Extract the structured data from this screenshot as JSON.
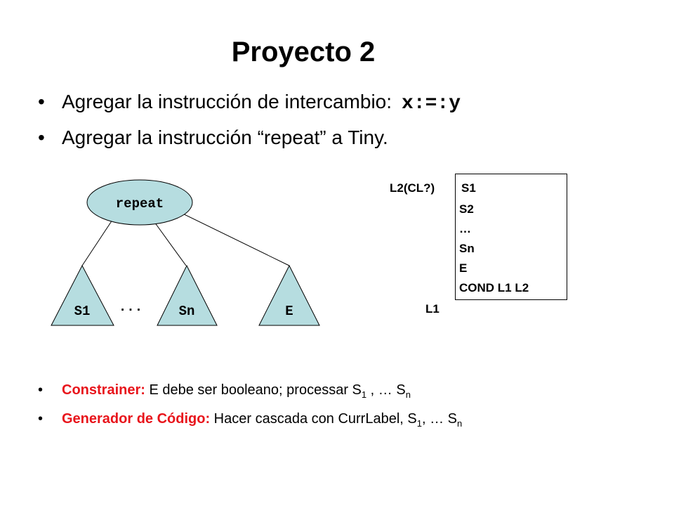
{
  "slide": {
    "title": "Proyecto 2",
    "bullets_top": [
      {
        "text": "Agregar la instrucción de intercambio:",
        "code": "x:=:y"
      },
      {
        "text": "Agregar la instrucción “repeat” a Tiny."
      }
    ],
    "tree": {
      "root": "repeat",
      "children": [
        "S1",
        "Sn",
        "E"
      ],
      "ellipsis": "..."
    },
    "code_block": {
      "label_top": "L2(CL?)",
      "lines": [
        "S1",
        "S2",
        "…",
        "Sn",
        "E",
        "COND L1 L2"
      ],
      "label_bottom": "L1"
    },
    "bullets_bottom": [
      {
        "bold": "Constrainer:",
        "text": " E debe ser booleano; processar S",
        "s1_sub": "1",
        "mid": " , … S",
        "sn_sub": "n"
      },
      {
        "bold": "Generador de Código:",
        "text": " Hacer cascada con CurrLabel, S",
        "s1_sub": "1",
        "mid": ", … S",
        "sn_sub": "n"
      }
    ],
    "colors": {
      "node_fill": "#b6dde0",
      "accent": "#e8141b"
    }
  }
}
